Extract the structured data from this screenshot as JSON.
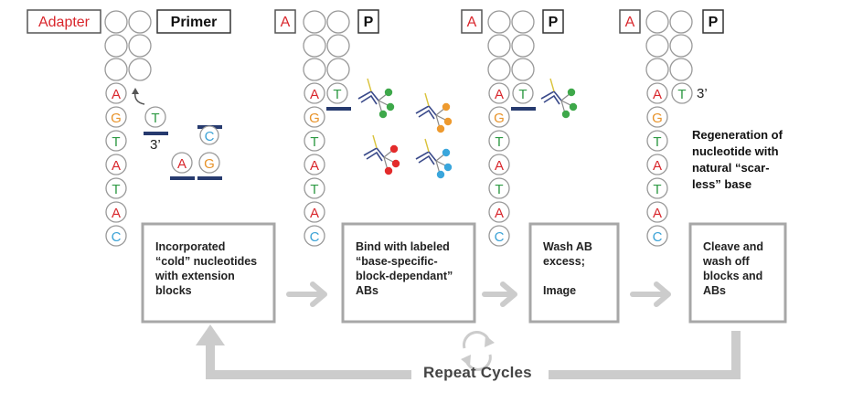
{
  "labels": {
    "adapter": "Adapter",
    "primer": "Primer",
    "adapter_short": "A",
    "primer_short": "P",
    "three_prime": "3’"
  },
  "strand": [
    "A",
    "G",
    "T",
    "A",
    "T",
    "A",
    "C"
  ],
  "free_nucleotides": {
    "t": "T",
    "a": "A",
    "g": "G",
    "c": "C"
  },
  "steps": [
    {
      "text": "Incorporated\n“cold” nucleotides\nwith extension\nblocks"
    },
    {
      "text": "Bind with labeled\n“base-specific-\nblock-dependant”\nABs"
    },
    {
      "text": "Wash AB\nexcess;\n\nImage"
    },
    {
      "text": "Cleave and\nwash off\nblocks and\nABs"
    }
  ],
  "regeneration_note": "Regeneration of\nnucleotide with\nnatural “scar-\nless” base",
  "repeat_label": "Repeat Cycles",
  "colors": {
    "A": "#d9262c",
    "G": "#e8932a",
    "T": "#2e9a44",
    "C": "#3aa2d6",
    "block": "#263a6e",
    "arrow": "#cccccc",
    "box_border": "#a7a7a7",
    "dye_green": "#3ea84a",
    "dye_orange": "#ee9a2e",
    "dye_red": "#e32b2b",
    "dye_blue": "#3aa6dc"
  }
}
